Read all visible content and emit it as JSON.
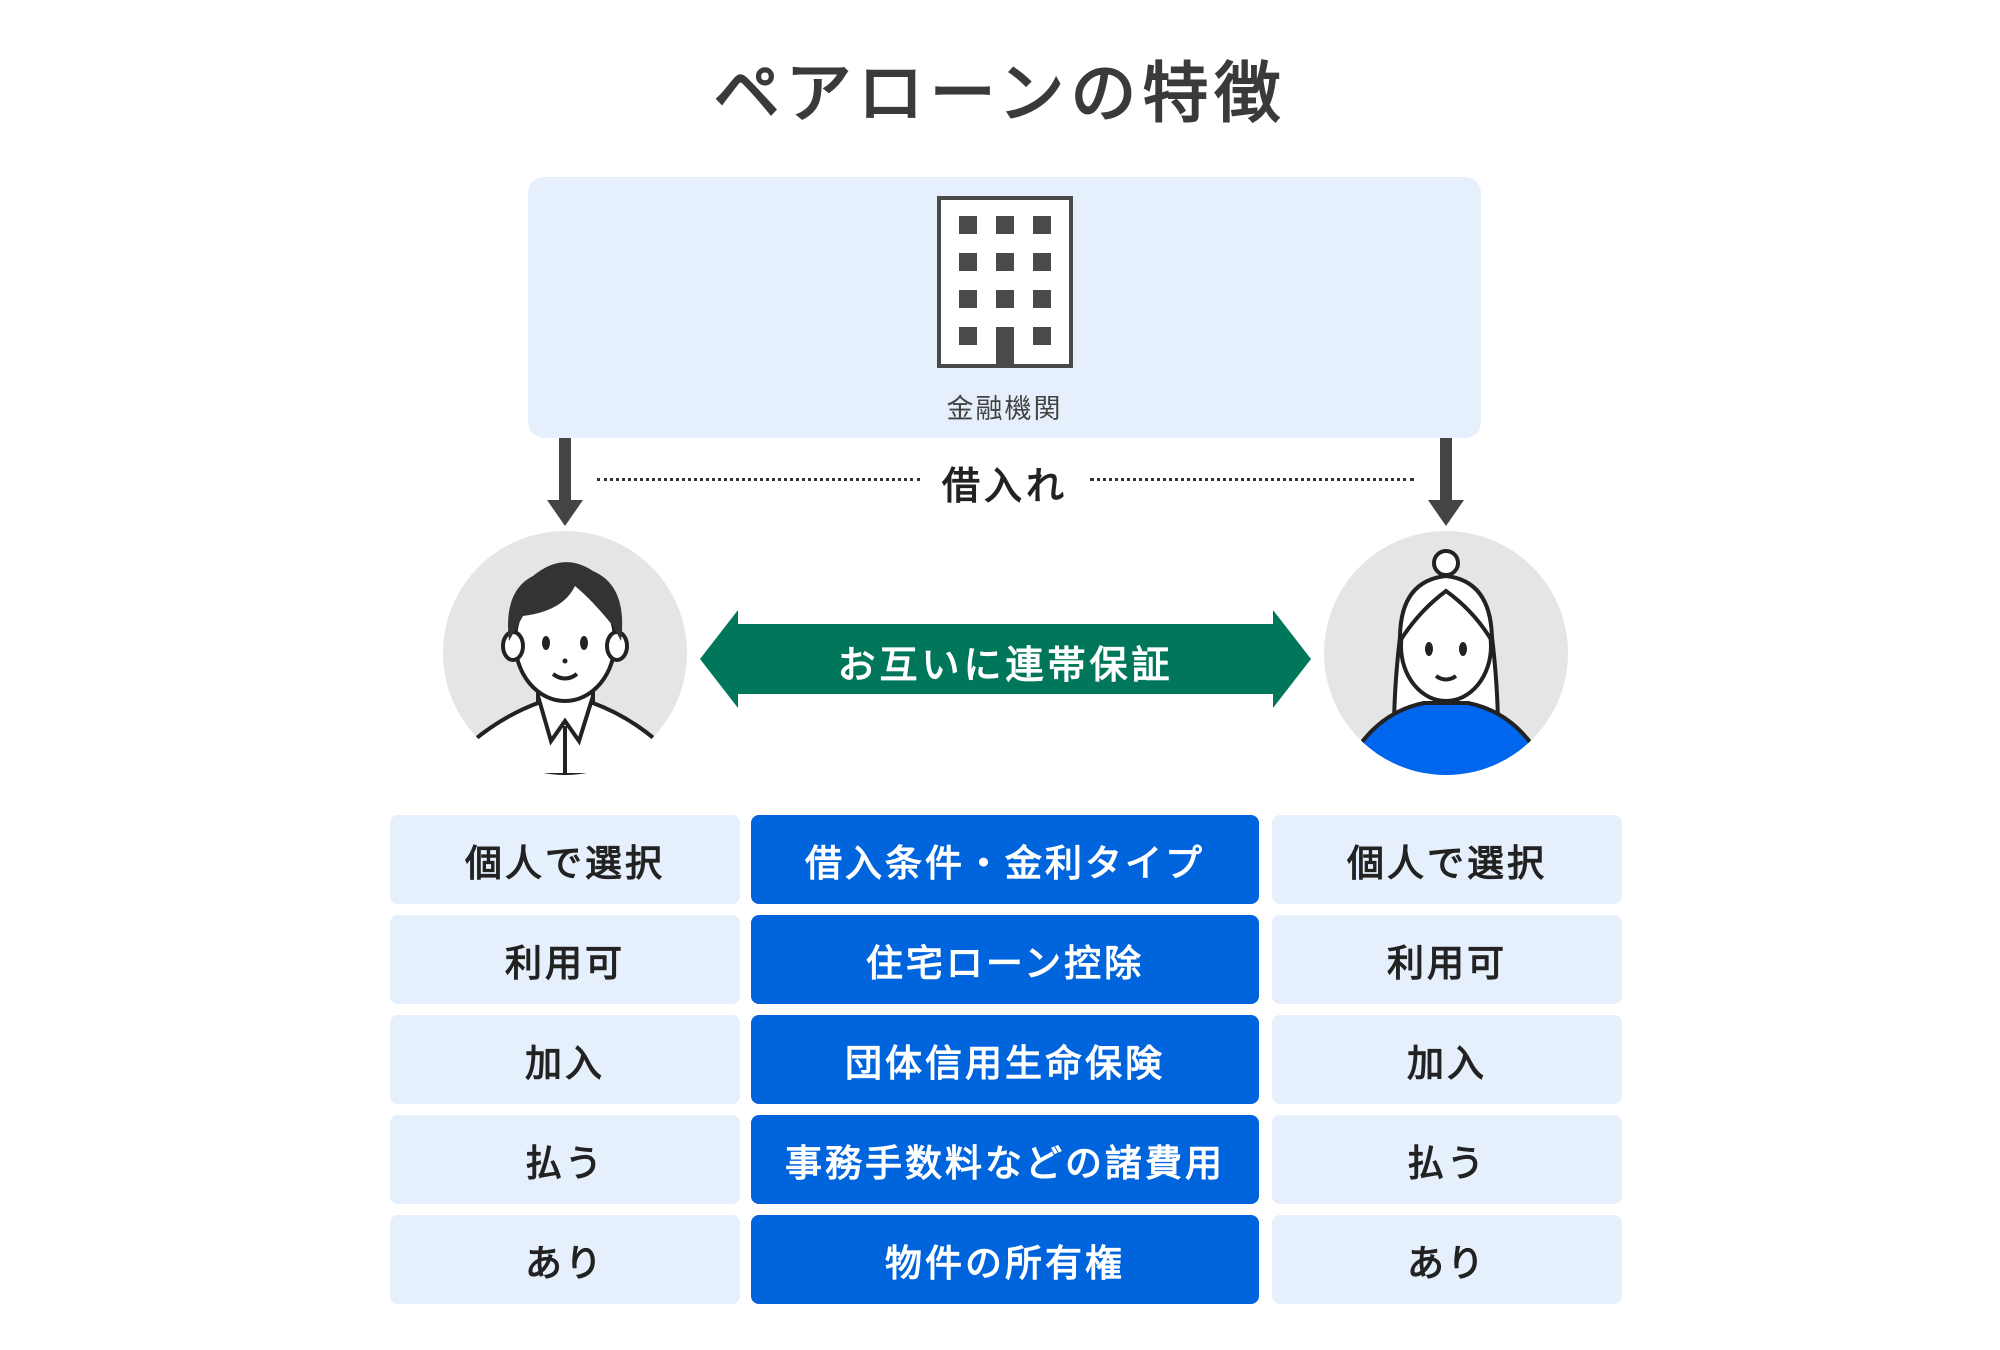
{
  "title": "ペアローンの特徴",
  "bank": {
    "label": "金融機関",
    "icon": "building-icon"
  },
  "borrow_label": "借入れ",
  "guarantee_label": "お互いに連帯保証",
  "rows": [
    {
      "left": "個人で選択",
      "center": "借入条件・金利タイプ",
      "right": "個人で選択"
    },
    {
      "left": "利用可",
      "center": "住宅ローン控除",
      "right": "利用可"
    },
    {
      "left": "加入",
      "center": "団体信用生命保険",
      "right": "加入"
    },
    {
      "left": "払う",
      "center": "事務手数料などの諸費用",
      "right": "払う"
    },
    {
      "left": "あり",
      "center": "物件の所有権",
      "right": "あり"
    }
  ],
  "colors": {
    "light_blue": "#e6f0fc",
    "blue": "#0064dc",
    "green": "#00775a",
    "dark": "#444444",
    "woman_top": "#0066ee"
  }
}
